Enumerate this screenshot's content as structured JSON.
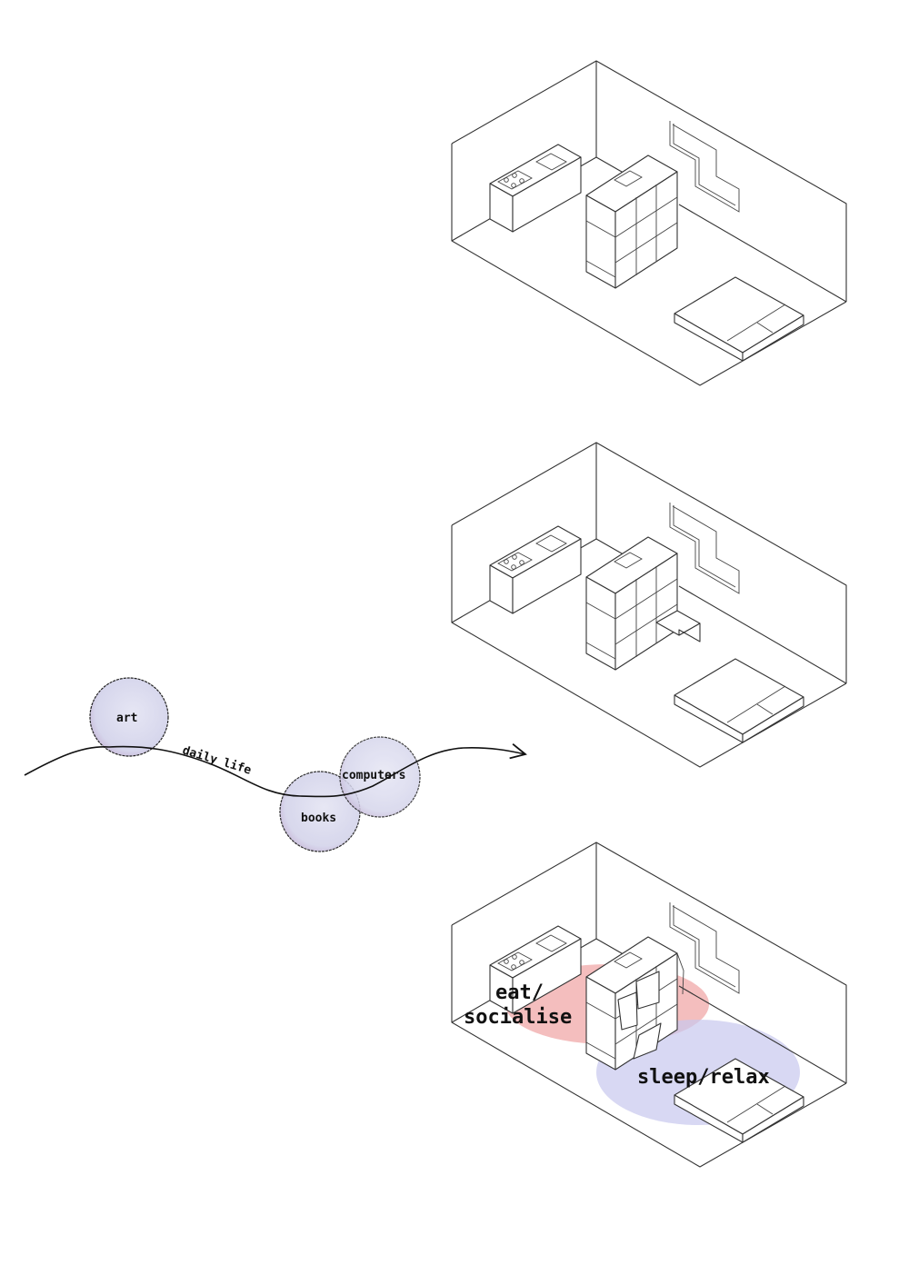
{
  "title": "Living space concept diagram",
  "concept": {
    "path_label": "daily life",
    "interests": [
      {
        "name": "art"
      },
      {
        "name": "books"
      },
      {
        "name": "computers"
      }
    ],
    "bubble_color": "#dcdcf0",
    "bubble_edge_tint": "#b06070"
  },
  "rooms": [
    {
      "name": "room-state-1",
      "variant": "closed-shelf"
    },
    {
      "name": "room-state-2",
      "variant": "fold-out-desk"
    },
    {
      "name": "room-state-3",
      "variant": "open-panels-zones"
    }
  ],
  "zones": [
    {
      "label_line1": "eat/",
      "label_line2": "socialise",
      "color": "#f0a8a8"
    },
    {
      "label_line1": "sleep/relax",
      "label_line2": "",
      "color": "#c8c8ee"
    }
  ],
  "line_color": "#333333"
}
